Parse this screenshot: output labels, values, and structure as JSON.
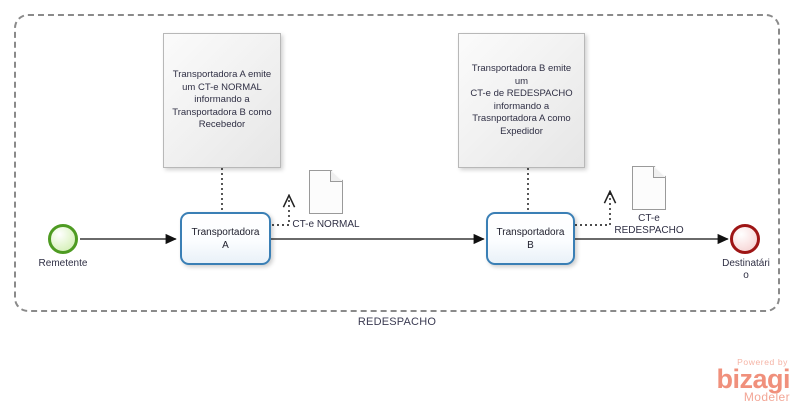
{
  "diagram": {
    "pool_label": "REDESPACHO",
    "pool_border_color": "#8a8a8a"
  },
  "events": {
    "start": {
      "label": "Remetente",
      "color": "#4e9b22",
      "icon": "start-event-circle"
    },
    "end": {
      "label": "Destinatári\no",
      "color": "#9e1515",
      "icon": "end-event-circle"
    }
  },
  "tasks": [
    {
      "id": "task-transportadora-a",
      "label": "Transportadora\nA",
      "border_color": "#3a7fb5"
    },
    {
      "id": "task-transportadora-b",
      "label": "Transportadora\nB",
      "border_color": "#3a7fb5"
    }
  ],
  "annotations": [
    {
      "id": "annotation-a",
      "text": "Transportadora A emite\num CT-e NORMAL\ninformando a\nTransportadora B como\nRecebedor"
    },
    {
      "id": "annotation-b",
      "text": "Transportadora B emite um\nCT-e de REDESPACHO\ninformando a\nTrasnportadora A como\nExpedidor"
    }
  ],
  "data_objects": [
    {
      "id": "data-ct-e-normal",
      "label": "CT-e  NORMAL",
      "icon": "document-icon"
    },
    {
      "id": "data-ct-e-redespacho",
      "label": "CT-e\nREDESPACHO",
      "icon": "document-icon"
    }
  ],
  "brand": {
    "powered_by": "Powered by",
    "name": "bizagi",
    "product": "Modeler",
    "color": "#f0907c"
  }
}
